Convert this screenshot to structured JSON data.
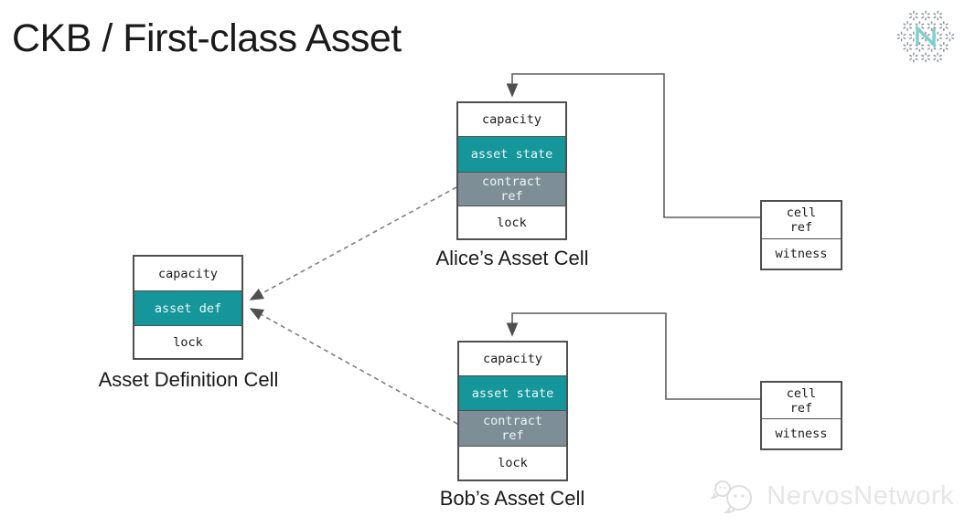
{
  "slide": {
    "title": "CKB / First-class Asset",
    "watermark": "NervosNetwork"
  },
  "colors": {
    "teal": "#14969b",
    "slate": "#7e8e97",
    "border": "#4f4f4f",
    "connector": "#5f5f5f",
    "dashed": "#7f7f7f",
    "row_text_light": "#eef7f7",
    "text": "#1a1a1a",
    "watermark": "#e6e6e6",
    "logo_dash": "#9096a0",
    "logo_n": "#7fd0ca"
  },
  "cells": {
    "alice": {
      "label": "Alice’s Asset Cell",
      "rows": [
        [
          "capacity"
        ],
        [
          "asset state"
        ],
        [
          "contract",
          "ref"
        ],
        [
          "lock"
        ]
      ]
    },
    "bob": {
      "label": "Bob’s Asset Cell",
      "rows": [
        [
          "capacity"
        ],
        [
          "asset state"
        ],
        [
          "contract",
          "ref"
        ],
        [
          "lock"
        ]
      ]
    },
    "asset_def": {
      "label": "Asset Definition Cell",
      "rows": [
        [
          "capacity"
        ],
        [
          "asset def"
        ],
        [
          "lock"
        ]
      ]
    }
  },
  "ref_boxes": {
    "top": {
      "rows": [
        [
          "cell",
          "ref"
        ],
        [
          "witness"
        ]
      ]
    },
    "bottom": {
      "rows": [
        [
          "cell",
          "ref"
        ],
        [
          "witness"
        ]
      ]
    }
  }
}
